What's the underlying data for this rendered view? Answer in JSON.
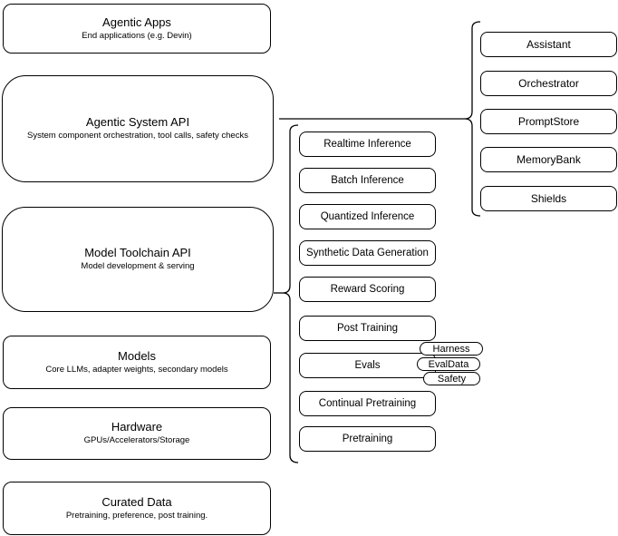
{
  "diagram": {
    "background_color": "#ffffff",
    "stroke_color": "#000000",
    "text_color": "#000000",
    "left_column": [
      {
        "title": "Agentic Apps",
        "subtitle": "End applications (e.g. Devin)"
      },
      {
        "title": "Agentic System API",
        "subtitle": "System component orchestration, tool calls, safety checks"
      },
      {
        "title": "Model Toolchain API",
        "subtitle": "Model development & serving"
      },
      {
        "title": "Models",
        "subtitle": "Core LLMs, adapter weights, secondary models"
      },
      {
        "title": "Hardware",
        "subtitle": "GPUs/Accelerators/Storage"
      },
      {
        "title": "Curated Data",
        "subtitle": "Pretraining, preference, post training."
      }
    ],
    "toolchain_group": {
      "connected_to": "Model Toolchain API",
      "items": [
        "Realtime Inference",
        "Batch Inference",
        "Quantized Inference",
        "Synthetic Data Generation",
        "Reward Scoring",
        "Post Training",
        "Evals",
        "Continual Pretraining",
        "Pretraining"
      ],
      "evals_tags": [
        "Harness",
        "EvalData",
        "Safety"
      ]
    },
    "system_group": {
      "connected_to": "Agentic System API",
      "items": [
        "Assistant",
        "Orchestrator",
        "PromptStore",
        "MemoryBank",
        "Shields"
      ]
    }
  }
}
